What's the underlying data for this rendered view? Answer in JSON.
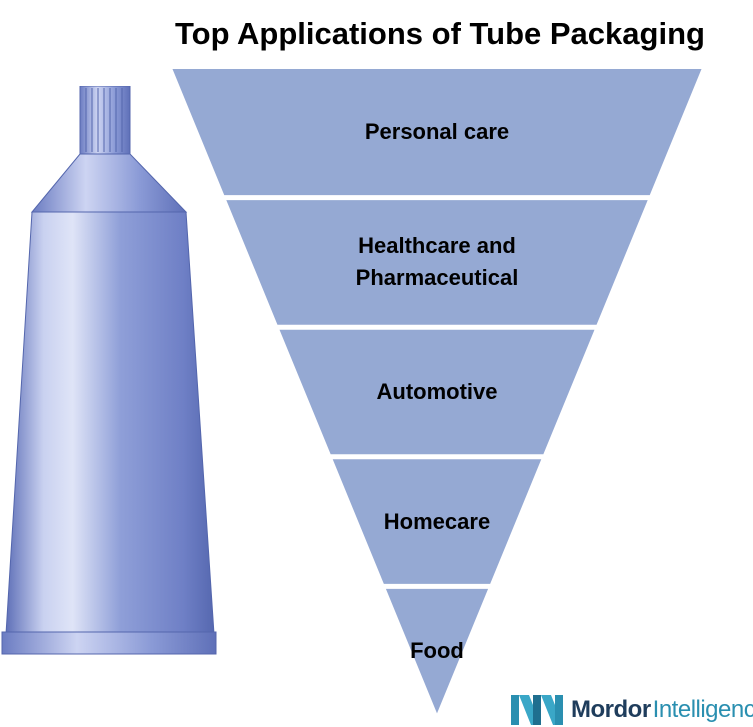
{
  "title": "Top Applications of Tube Packaging",
  "segments": [
    {
      "label": "Personal care"
    },
    {
      "label": "Healthcare and\nPharmaceutical"
    },
    {
      "label": "Automotive"
    },
    {
      "label": "Homecare"
    },
    {
      "label": "Food"
    }
  ],
  "logo": {
    "word1": "Mordor",
    "word2": "Intelligence"
  },
  "colors": {
    "funnel_fill": "#95a9d3",
    "tube_body": "#7d8fd0",
    "tube_highlight": "#dfe4f7",
    "logo_teal": "#2a8fb0",
    "logo_navy": "#1f3d5c"
  }
}
